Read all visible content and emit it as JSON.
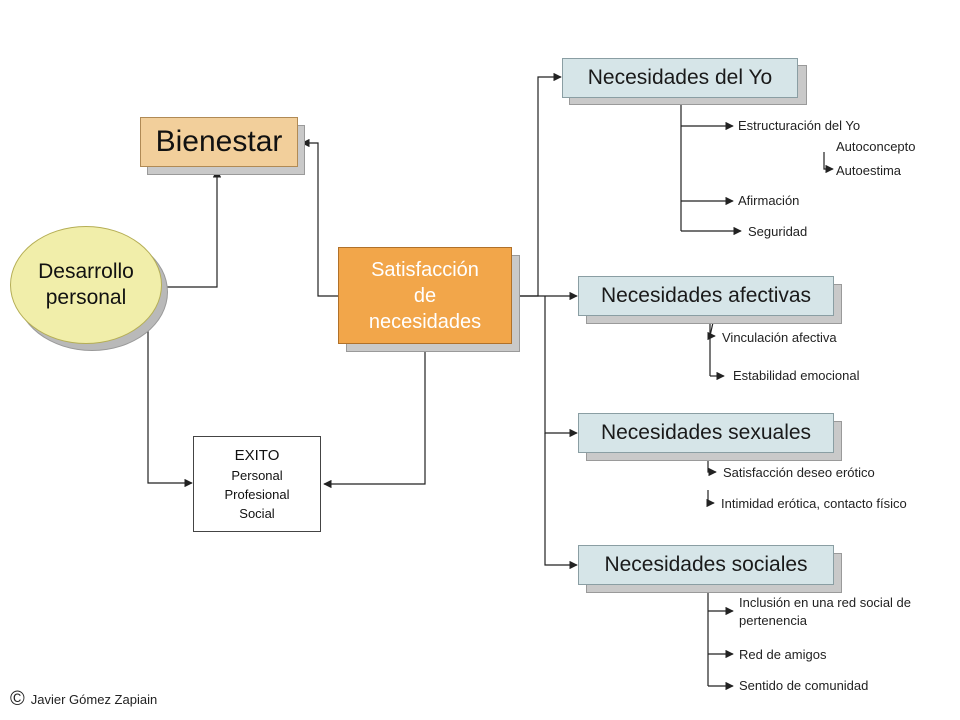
{
  "bienestar": "Bienestar",
  "desarrollo": [
    "Desarrollo",
    "personal"
  ],
  "satisfaccion": [
    "Satisfacción",
    "de",
    "necesidades"
  ],
  "exito": {
    "title": "EXITO",
    "items": [
      "Personal",
      "Profesional",
      "Social"
    ]
  },
  "categories": [
    {
      "title": "Necesidades del Yo",
      "items": [
        "Estructuración del Yo",
        "Autoconcepto",
        "Autoestima",
        "Afirmación",
        "Seguridad"
      ]
    },
    {
      "title": "Necesidades afectivas",
      "items": [
        "Vinculación afectiva",
        "Estabilidad emocional"
      ]
    },
    {
      "title": "Necesidades sexuales",
      "items": [
        "Satisfacción deseo erótico",
        "Intimidad erótica, contacto físico"
      ]
    },
    {
      "title": "Necesidades sociales",
      "items": [
        "Inclusión en una red social de pertenencia",
        "Red de amigos",
        "Sentido de comunidad"
      ]
    }
  ],
  "copyright": {
    "symbol": "©",
    "author": "Javier Gómez Zapiain"
  },
  "colors": {
    "blue_box": "#d6e5e8",
    "tan_box": "#f2cf9b",
    "orange_box": "#f2a64a",
    "ellipse": "#f1eeaa",
    "line": "#222222"
  }
}
